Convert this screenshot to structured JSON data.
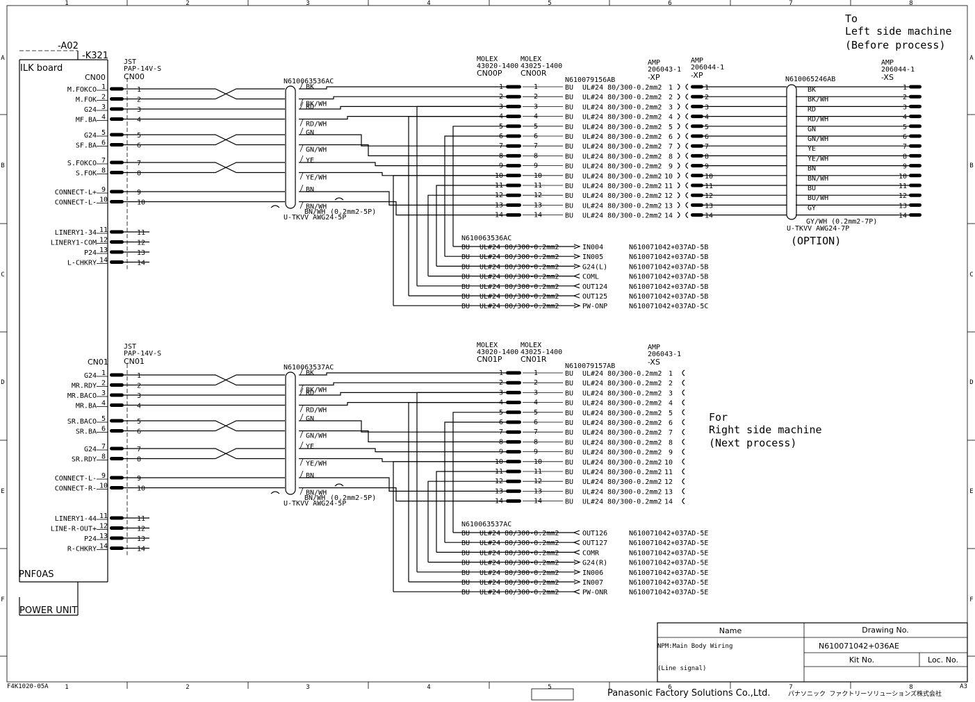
{
  "frame": {
    "col_labels": [
      "1",
      "2",
      "3",
      "4",
      "5",
      "6",
      "7",
      "8"
    ],
    "row_labels": [
      "A",
      "B",
      "C",
      "D",
      "E",
      "F"
    ]
  },
  "top": {
    "a02": "-A02",
    "k321": "-K321",
    "ilk_board": "ILK board",
    "cn00": "CN00",
    "jst": "JST",
    "pap": "PAP-14V-S",
    "cn00b": "CN00",
    "cable1": "N610063536AC",
    "cable1_type": "U-TKVV AWG24-5P",
    "cable1_note": "(0.2mm2-5P)",
    "molex1": "MOLEX",
    "molex1_pn": "43020-1400",
    "molex1_cn": "CN00P",
    "molex2": "MOLEX",
    "molex2_pn": "43025-1400",
    "molex2_cn": "CN00R",
    "harness": "N610079156AB",
    "amp1": "AMP",
    "amp1_pn": "206043-1",
    "amp1_cn": "-XP",
    "amp2": "AMP",
    "amp2_pn": "206044-1",
    "amp2_cn": "-XP",
    "cable2": "N610065246AB",
    "cable2_type": "U-TKVV AWG24-7P",
    "cable2_note": "GY/WH (0.2mm2-7P)",
    "option": "(OPTION)",
    "amp3": "AMP",
    "amp3_pn": "206044-1",
    "amp3_cn": "-XS",
    "to_left": [
      "To",
      "Left side machine",
      "(Before process)"
    ],
    "pins": [
      "M.FOKCO",
      "M.FOK",
      "G24",
      "MF.BA",
      "G24",
      "SF.BA",
      "S.FOKCO",
      "S.FOK",
      "CONNECT-L+",
      "CONNECT-L-",
      "LINERY1-34",
      "LINERY1-COM",
      "P24",
      "L-CHKRY"
    ],
    "wire_colors": [
      "BK",
      "BK/WH",
      "RD",
      "RD/WH",
      "GN",
      "GN/WH",
      "YE",
      "YE/WH",
      "BN",
      "BN/WH"
    ],
    "opt_colors": [
      "BK",
      "BK/WH",
      "RD",
      "RD/WH",
      "GN",
      "GN/WH",
      "YE",
      "YE/WH",
      "BN",
      "BN/WH",
      "BU",
      "BU/WH",
      "GY"
    ],
    "spec": "UL#24 80/300-0.2mm2",
    "bu": "BU",
    "sub_cable": "N610063536AC",
    "signals": [
      {
        "name": "IN004",
        "dest": "N610071042+037AD-5B",
        "dir": "out"
      },
      {
        "name": "IN005",
        "dest": "N610071042+037AD-5B",
        "dir": "out"
      },
      {
        "name": "G24(L)",
        "dest": "N610071042+037AD-5B",
        "dir": "out"
      },
      {
        "name": "COML",
        "dest": "N610071042+037AD-5B",
        "dir": "in"
      },
      {
        "name": "OUT124",
        "dest": "N610071042+037AD-5B",
        "dir": "in"
      },
      {
        "name": "OUT125",
        "dest": "N610071042+037AD-5B",
        "dir": "in"
      },
      {
        "name": "PW-ONP",
        "dest": "N610071042+037AD-5C",
        "dir": "out"
      }
    ]
  },
  "bottom": {
    "cn01": "CN01",
    "jst": "JST",
    "pap": "PAP-14V-S",
    "cn01b": "CN01",
    "cable1": "N610063537AC",
    "cable1_type": "U-TKVV AWG24-5P",
    "cable1_note": "(0.2mm2-5P)",
    "molex1": "MOLEX",
    "molex1_pn": "43020-1400",
    "molex1_cn": "CN01P",
    "molex2": "MOLEX",
    "molex2_pn": "43025-1400",
    "molex2_cn": "CN01R",
    "harness": "N610079157AB",
    "amp1": "AMP",
    "amp1_pn": "206043-1",
    "amp1_cn": "-XS",
    "for_right": [
      "For",
      "Right side machine",
      "(Next process)"
    ],
    "pins": [
      "G24",
      "MR.RDY",
      "MR.BACO",
      "MR.BA",
      "SR.BACO",
      "SR.BA",
      "G24",
      "SR.RDY",
      "CONNECT-L-",
      "CONNECT-R-",
      "LINERY1-44",
      "LINE-R-OUT+",
      "P24",
      "R-CHKRY"
    ],
    "pnf": "PNF0AS",
    "power_unit": "POWER UNIT",
    "sub_cable": "N610063537AC",
    "signals": [
      {
        "name": "OUT126",
        "dest": "N610071042+037AD-5E",
        "dir": "in"
      },
      {
        "name": "OUT127",
        "dest": "N610071042+037AD-5E",
        "dir": "in"
      },
      {
        "name": "COMR",
        "dest": "N610071042+037AD-5E",
        "dir": "in"
      },
      {
        "name": "G24(R)",
        "dest": "N610071042+037AD-5E",
        "dir": "out"
      },
      {
        "name": "IN006",
        "dest": "N610071042+037AD-5E",
        "dir": "out"
      },
      {
        "name": "IN007",
        "dest": "N610071042+037AD-5E",
        "dir": "out"
      },
      {
        "name": "PW-ONR",
        "dest": "N610071042+037AD-5E",
        "dir": "in"
      }
    ]
  },
  "title_block": {
    "name_header": "Name",
    "drawing_header": "Drawing No.",
    "name_line1": "NPM:Main Body Wiring",
    "name_line2": "(Line signal)",
    "drawing_no": "N610071042+036AE",
    "kit_header": "Kit No.",
    "loc_header": "Loc. No."
  },
  "footer": {
    "form": "F4K1020-05A",
    "size": "A3",
    "company": "Panasonic Factory Solutions Co.,Ltd.",
    "company_jp": "パナソニック ファクトリーソリューションズ株式会社"
  }
}
